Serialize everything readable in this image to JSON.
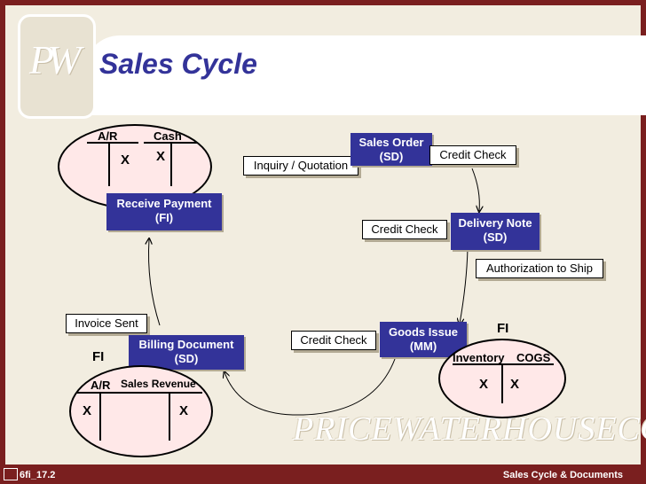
{
  "slide": {
    "title": "Sales Cycle",
    "logo_text": "PW",
    "watermark": "PRICEWATERHOUSECOOPERS",
    "footer_left": "6fi_17.2",
    "footer_right": "Sales Cycle & Documents"
  },
  "documents": {
    "sales_order": {
      "line1": "Sales Order",
      "line2": "(SD)"
    },
    "delivery_note": {
      "line1": "Delivery Note",
      "line2": "(SD)"
    },
    "goods_issue": {
      "line1": "Goods Issue",
      "line2": "(MM)"
    },
    "billing_document": {
      "line1": "Billing Document",
      "line2": "(SD)"
    },
    "receive_payment": {
      "line1": "Receive Payment",
      "line2": "(FI)"
    }
  },
  "notes": {
    "inquiry_quotation": "Inquiry / Quotation",
    "credit_check_so": "Credit Check",
    "credit_check_dn": "Credit Check",
    "authorization_to_ship": "Authorization to Ship",
    "credit_check_gi": "Credit Check",
    "invoice_sent": "Invoice Sent"
  },
  "accounts": {
    "payment": {
      "left": "A/R",
      "right": "Cash",
      "left_mark": "X",
      "right_mark": "X"
    },
    "inventory": {
      "module": "FI",
      "left": "Inventory",
      "right": "COGS",
      "left_mark": "X",
      "right_mark": "X"
    },
    "billing": {
      "module": "FI",
      "left": "A/R",
      "right": "Sales Revenue",
      "left_mark": "X",
      "right_mark": "X"
    }
  }
}
